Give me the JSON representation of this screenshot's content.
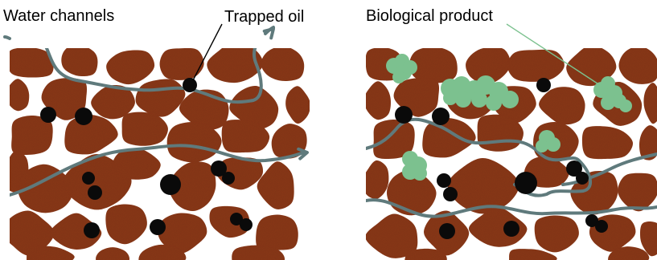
{
  "labels": {
    "water_channels": "Water channels",
    "trapped_oil": "Trapped oil",
    "biological_product": "Biological product"
  },
  "colors": {
    "rock": "#8d3a1f",
    "water": "#5f7a7c",
    "oil": "#0a0a0a",
    "bio": "#7cc18f",
    "text": "#000000"
  },
  "panels": [
    "before-treatment",
    "after-treatment"
  ]
}
